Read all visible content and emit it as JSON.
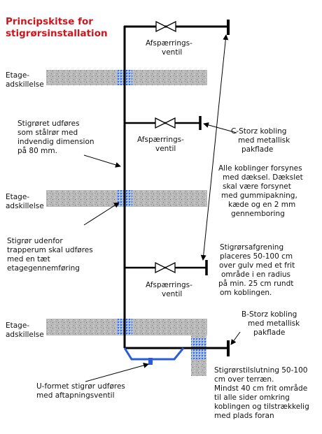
{
  "title": [
    "Principskitse for",
    "stigrørsinstallation"
  ],
  "labels": {
    "floor_separator": [
      "Etage-",
      "adskillelse"
    ],
    "shutoff_valve": [
      "Afspærrings-",
      "ventil"
    ],
    "riser_spec": [
      "Stigrøret udføres",
      "som stålrør med",
      "indvendig dimension",
      "på 80 mm."
    ],
    "riser_outside": [
      "Stigrør udenfor",
      "trapperum skal udføres",
      "med en tæt",
      "etagegennemføring"
    ],
    "u_riser": [
      "U-formet stigrør udføres",
      "med aftapningsventil"
    ],
    "c_storz": [
      "C-Storz kobling",
      "med metallisk",
      "pakflade"
    ],
    "couplings_cover": [
      "Alle koblinger forsynes",
      "med dæksel. Dækslet",
      "skal være forsynet",
      "med gummipakning,",
      "kæde og en 2 mm",
      "gennemboring"
    ],
    "branch_placement": [
      "Stigrørsafgrening",
      "placeres 50-100 cm",
      "over gulv med et frit",
      "område i en radius",
      "på min. 25 cm rundt",
      "om koblingen."
    ],
    "b_storz": [
      "B-Storz kobling",
      "med metallisk",
      "pakflade"
    ],
    "inlet_spec": [
      "Stigrørstilslutning 50-100",
      "cm over terræn.",
      "Mindst 40 cm frit område",
      "til alle sider omkring",
      "koblingen og tilstrækkelig",
      "med plads foran"
    ]
  },
  "colors": {
    "title": "#d0141c",
    "pipe": "#000000",
    "u_pipe": "#2a5cd6",
    "concrete": "#b7b7b7",
    "sleeve": "#3a6ed8"
  }
}
